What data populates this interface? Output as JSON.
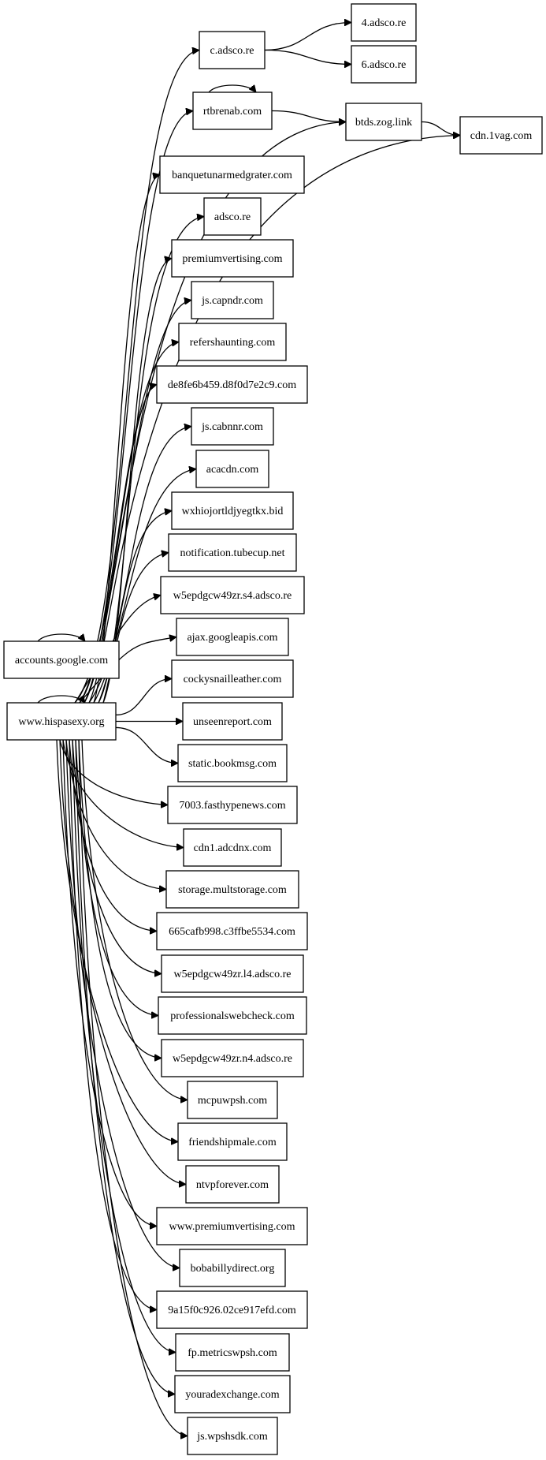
{
  "nodes": [
    {
      "id": "c_adsco",
      "label": "c.adsco.re"
    },
    {
      "id": "n4_adsco",
      "label": "4.adsco.re"
    },
    {
      "id": "n6_adsco",
      "label": "6.adsco.re"
    },
    {
      "id": "rtbrenab",
      "label": "rtbrenab.com"
    },
    {
      "id": "btds",
      "label": "btds.zog.link"
    },
    {
      "id": "cdn1vag",
      "label": "cdn.1vag.com"
    },
    {
      "id": "banquet",
      "label": "banquetunarmedgrater.com"
    },
    {
      "id": "adsco",
      "label": "adsco.re"
    },
    {
      "id": "premiumvert",
      "label": "premiumvertising.com"
    },
    {
      "id": "capndr",
      "label": "js.capndr.com"
    },
    {
      "id": "refers",
      "label": "refershaunting.com"
    },
    {
      "id": "de8fe",
      "label": "de8fe6b459.d8f0d7e2c9.com"
    },
    {
      "id": "cabnnr",
      "label": "js.cabnnr.com"
    },
    {
      "id": "acacdn",
      "label": "acacdn.com"
    },
    {
      "id": "wxhio",
      "label": "wxhiojortldjyegtkx.bid"
    },
    {
      "id": "tubecup",
      "label": "notification.tubecup.net"
    },
    {
      "id": "s4adsco",
      "label": "w5epdgcw49zr.s4.adsco.re"
    },
    {
      "id": "googleapis",
      "label": "ajax.googleapis.com"
    },
    {
      "id": "accounts",
      "label": "accounts.google.com"
    },
    {
      "id": "cockys",
      "label": "cockysnailleather.com"
    },
    {
      "id": "hispasexy",
      "label": "www.hispasexy.org"
    },
    {
      "id": "unseen",
      "label": "unseenreport.com"
    },
    {
      "id": "bookmsg",
      "label": "static.bookmsg.com"
    },
    {
      "id": "fasthype",
      "label": "7003.fasthypenews.com"
    },
    {
      "id": "adcdnx",
      "label": "cdn1.adcdnx.com"
    },
    {
      "id": "multstorage",
      "label": "storage.multstorage.com"
    },
    {
      "id": "c665",
      "label": "665cafb998.c3ffbe5534.com"
    },
    {
      "id": "l4adsco",
      "label": "w5epdgcw49zr.l4.adsco.re"
    },
    {
      "id": "profweb",
      "label": "professionalswebcheck.com"
    },
    {
      "id": "n4adscob",
      "label": "w5epdgcw49zr.n4.adsco.re"
    },
    {
      "id": "mcpuwpsh",
      "label": "mcpuwpsh.com"
    },
    {
      "id": "friendship",
      "label": "friendshipmale.com"
    },
    {
      "id": "ntvp",
      "label": "ntvpforever.com"
    },
    {
      "id": "wwwpremium",
      "label": "www.premiumvertising.com"
    },
    {
      "id": "bobabilly",
      "label": "bobabillydirect.org"
    },
    {
      "id": "c9a15",
      "label": "9a15f0c926.02ce917efd.com"
    },
    {
      "id": "metrics",
      "label": "fp.metricswpsh.com"
    },
    {
      "id": "youradex",
      "label": "youradexchange.com"
    },
    {
      "id": "wpshsdk",
      "label": "js.wpshsdk.com"
    }
  ],
  "edges": [
    {
      "from": "hispasexy",
      "to": "hispasexy"
    },
    {
      "from": "accounts",
      "to": "accounts"
    },
    {
      "from": "rtbrenab",
      "to": "rtbrenab"
    },
    {
      "from": "c_adsco",
      "to": "n4_adsco"
    },
    {
      "from": "c_adsco",
      "to": "n6_adsco"
    },
    {
      "from": "rtbrenab",
      "to": "btds"
    },
    {
      "from": "btds",
      "to": "cdn1vag"
    },
    {
      "from": "hispasexy",
      "to": "c_adsco"
    },
    {
      "from": "hispasexy",
      "to": "rtbrenab"
    },
    {
      "from": "hispasexy",
      "to": "btds"
    },
    {
      "from": "hispasexy",
      "to": "cdn1vag"
    },
    {
      "from": "hispasexy",
      "to": "banquet"
    },
    {
      "from": "hispasexy",
      "to": "adsco"
    },
    {
      "from": "hispasexy",
      "to": "premiumvert"
    },
    {
      "from": "hispasexy",
      "to": "capndr"
    },
    {
      "from": "hispasexy",
      "to": "refers"
    },
    {
      "from": "hispasexy",
      "to": "de8fe"
    },
    {
      "from": "hispasexy",
      "to": "cabnnr"
    },
    {
      "from": "hispasexy",
      "to": "acacdn"
    },
    {
      "from": "hispasexy",
      "to": "wxhio"
    },
    {
      "from": "hispasexy",
      "to": "tubecup"
    },
    {
      "from": "hispasexy",
      "to": "s4adsco"
    },
    {
      "from": "hispasexy",
      "to": "googleapis"
    },
    {
      "from": "hispasexy",
      "to": "cockys"
    },
    {
      "from": "hispasexy",
      "to": "unseen"
    },
    {
      "from": "hispasexy",
      "to": "bookmsg"
    },
    {
      "from": "hispasexy",
      "to": "fasthype"
    },
    {
      "from": "hispasexy",
      "to": "adcdnx"
    },
    {
      "from": "hispasexy",
      "to": "multstorage"
    },
    {
      "from": "hispasexy",
      "to": "c665"
    },
    {
      "from": "hispasexy",
      "to": "l4adsco"
    },
    {
      "from": "hispasexy",
      "to": "profweb"
    },
    {
      "from": "hispasexy",
      "to": "n4adscob"
    },
    {
      "from": "hispasexy",
      "to": "mcpuwpsh"
    },
    {
      "from": "hispasexy",
      "to": "friendship"
    },
    {
      "from": "hispasexy",
      "to": "ntvp"
    },
    {
      "from": "hispasexy",
      "to": "wwwpremium"
    },
    {
      "from": "hispasexy",
      "to": "bobabilly"
    },
    {
      "from": "hispasexy",
      "to": "c9a15"
    },
    {
      "from": "hispasexy",
      "to": "metrics"
    },
    {
      "from": "hispasexy",
      "to": "youradex"
    },
    {
      "from": "hispasexy",
      "to": "wpshsdk"
    }
  ]
}
